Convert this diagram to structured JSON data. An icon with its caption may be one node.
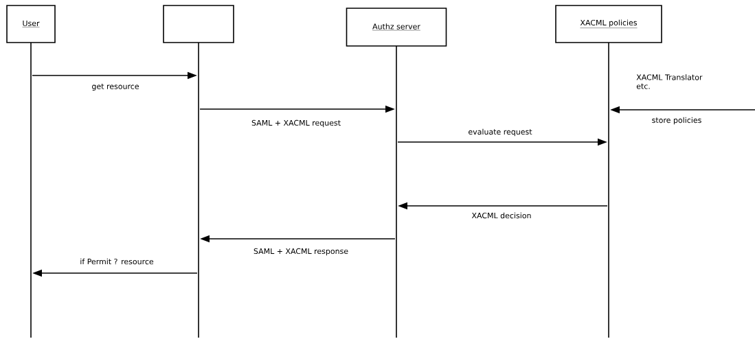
{
  "diagram": {
    "nodes": [
      {
        "text": [
          "User"
        ]
      },
      {
        "text": [],
        "shape": "box"
      },
      {
        "text": [
          "Authz server"
        ]
      },
      {
        "text": [
          "XACML policies"
        ]
      }
    ],
    "edges": [
      {
        "from": 0,
        "to": 1,
        "arrow": "to",
        "label": "get resource"
      },
      {
        "from": 1,
        "to": 2,
        "arrow": "to",
        "label": "SAML + XACML request"
      },
      {
        "from": 2,
        "to": 3,
        "arrow": "to",
        "label": "evaluate request"
      },
      {
        "from": null,
        "to": 3,
        "arrow": "to",
        "label": "store policies"
      },
      {
        "from": 3,
        "to": 2,
        "arrow": "to",
        "label": "XACML decision"
      },
      {
        "from": 2,
        "to": 1,
        "arrow": "to",
        "label": "SAML + XACML response"
      },
      {
        "from": 1,
        "to": 0,
        "arrow": "to",
        "label": "if Permit ? resource"
      }
    ],
    "labels": [
      "XACML Translator etc."
    ]
  }
}
